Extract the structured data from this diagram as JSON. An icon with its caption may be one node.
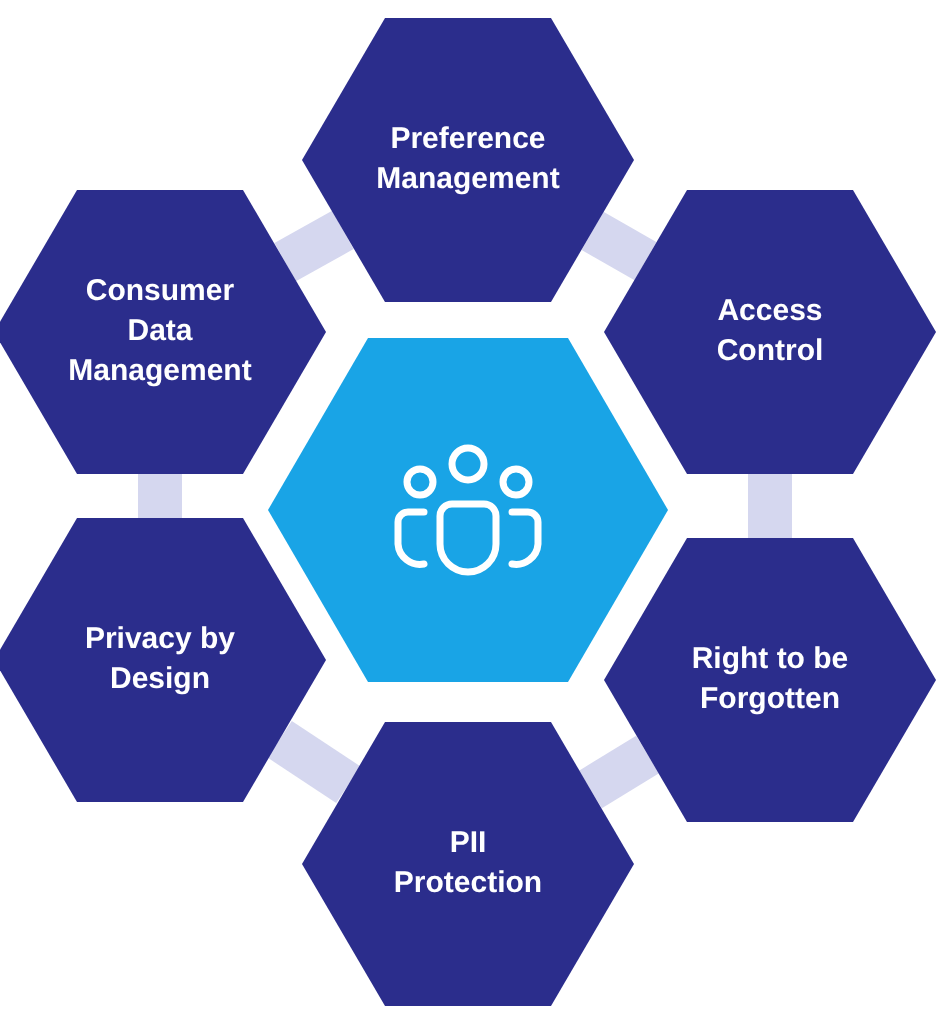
{
  "diagram": {
    "nodes": [
      {
        "text": [],
        "shape": "hexagon"
      },
      {
        "text": [
          "Preference Management"
        ]
      },
      {
        "text": [
          "Access Control"
        ]
      },
      {
        "text": [
          "Right to be Forgotten"
        ]
      },
      {
        "text": [
          "PII Protection"
        ]
      },
      {
        "text": [
          "Privacy by Design"
        ]
      },
      {
        "text": [
          "Consumer Data Management"
        ]
      }
    ],
    "edges": [
      {
        "from": 6,
        "to": 1,
        "arrow": "none"
      },
      {
        "from": 1,
        "to": 2,
        "arrow": "none"
      },
      {
        "from": 2,
        "to": 3,
        "arrow": "none"
      },
      {
        "from": 3,
        "to": 4,
        "arrow": "none"
      },
      {
        "from": 4,
        "to": 5,
        "arrow": "none"
      },
      {
        "from": 5,
        "to": 6,
        "arrow": "none"
      }
    ]
  }
}
